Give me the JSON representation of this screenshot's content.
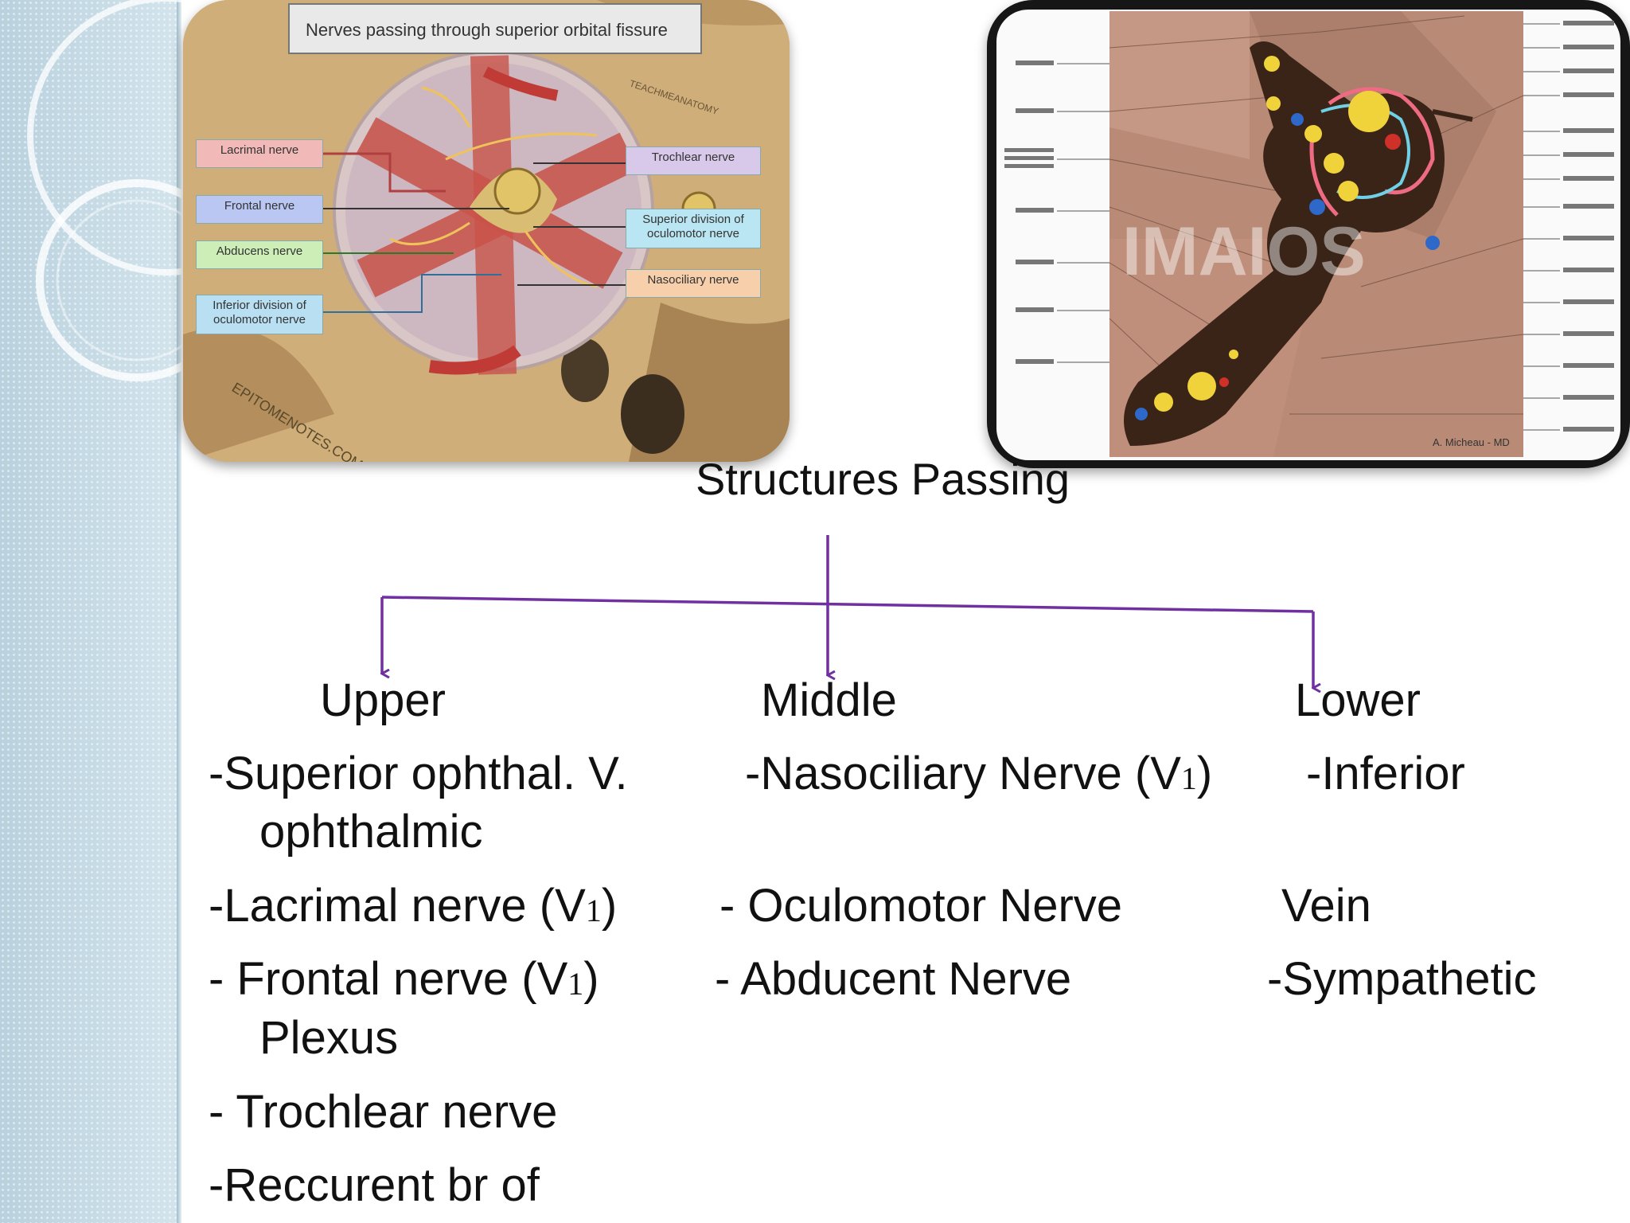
{
  "left_figure": {
    "title": "Nerves passing through superior orbital fissure",
    "labels": {
      "lacrimal": "Lacrimal nerve",
      "frontal": "Frontal nerve",
      "abducens": "Abducens nerve",
      "inferior_division": "Inferior division of oculomotor nerve",
      "trochlear": "Trochlear nerve",
      "superior_division": "Superior division of oculomotor nerve",
      "nasociliary": "Nasociliary nerve"
    },
    "watermark": "TEACHMEANATOMY",
    "site_mark": "EPITOMENOTES.COM"
  },
  "right_figure": {
    "watermark": "IMAIOS",
    "credit": "A. Micheau - MD"
  },
  "heading": "Structures Passing",
  "columns": {
    "upper": "Upper",
    "middle": "Middle",
    "lower": "Lower"
  },
  "upper_items": {
    "i1": "-Superior ophthal. V.",
    "i1b": "ophthalmic",
    "i2a": "-Lacrimal nerve (V",
    "i2s": "1",
    "i2c": ")",
    "i3a": "- Frontal nerve (V",
    "i3s": "1",
    "i3c": ")",
    "i3b": "Plexus",
    "i4": "- Trochlear nerve",
    "i5": "-Reccurent br of"
  },
  "middle_items": {
    "i1a": "-Nasociliary Nerve (V",
    "i1s": "1",
    "i1c": ")",
    "i2": "- Oculomotor Nerve",
    "i3": "- Abducent Nerve"
  },
  "lower_items": {
    "i1": "-Inferior",
    "i2": "Vein",
    "i3": "-Sympathetic"
  },
  "colors": {
    "arrow": "#7030a0",
    "sidebar": "#c9dde8"
  }
}
